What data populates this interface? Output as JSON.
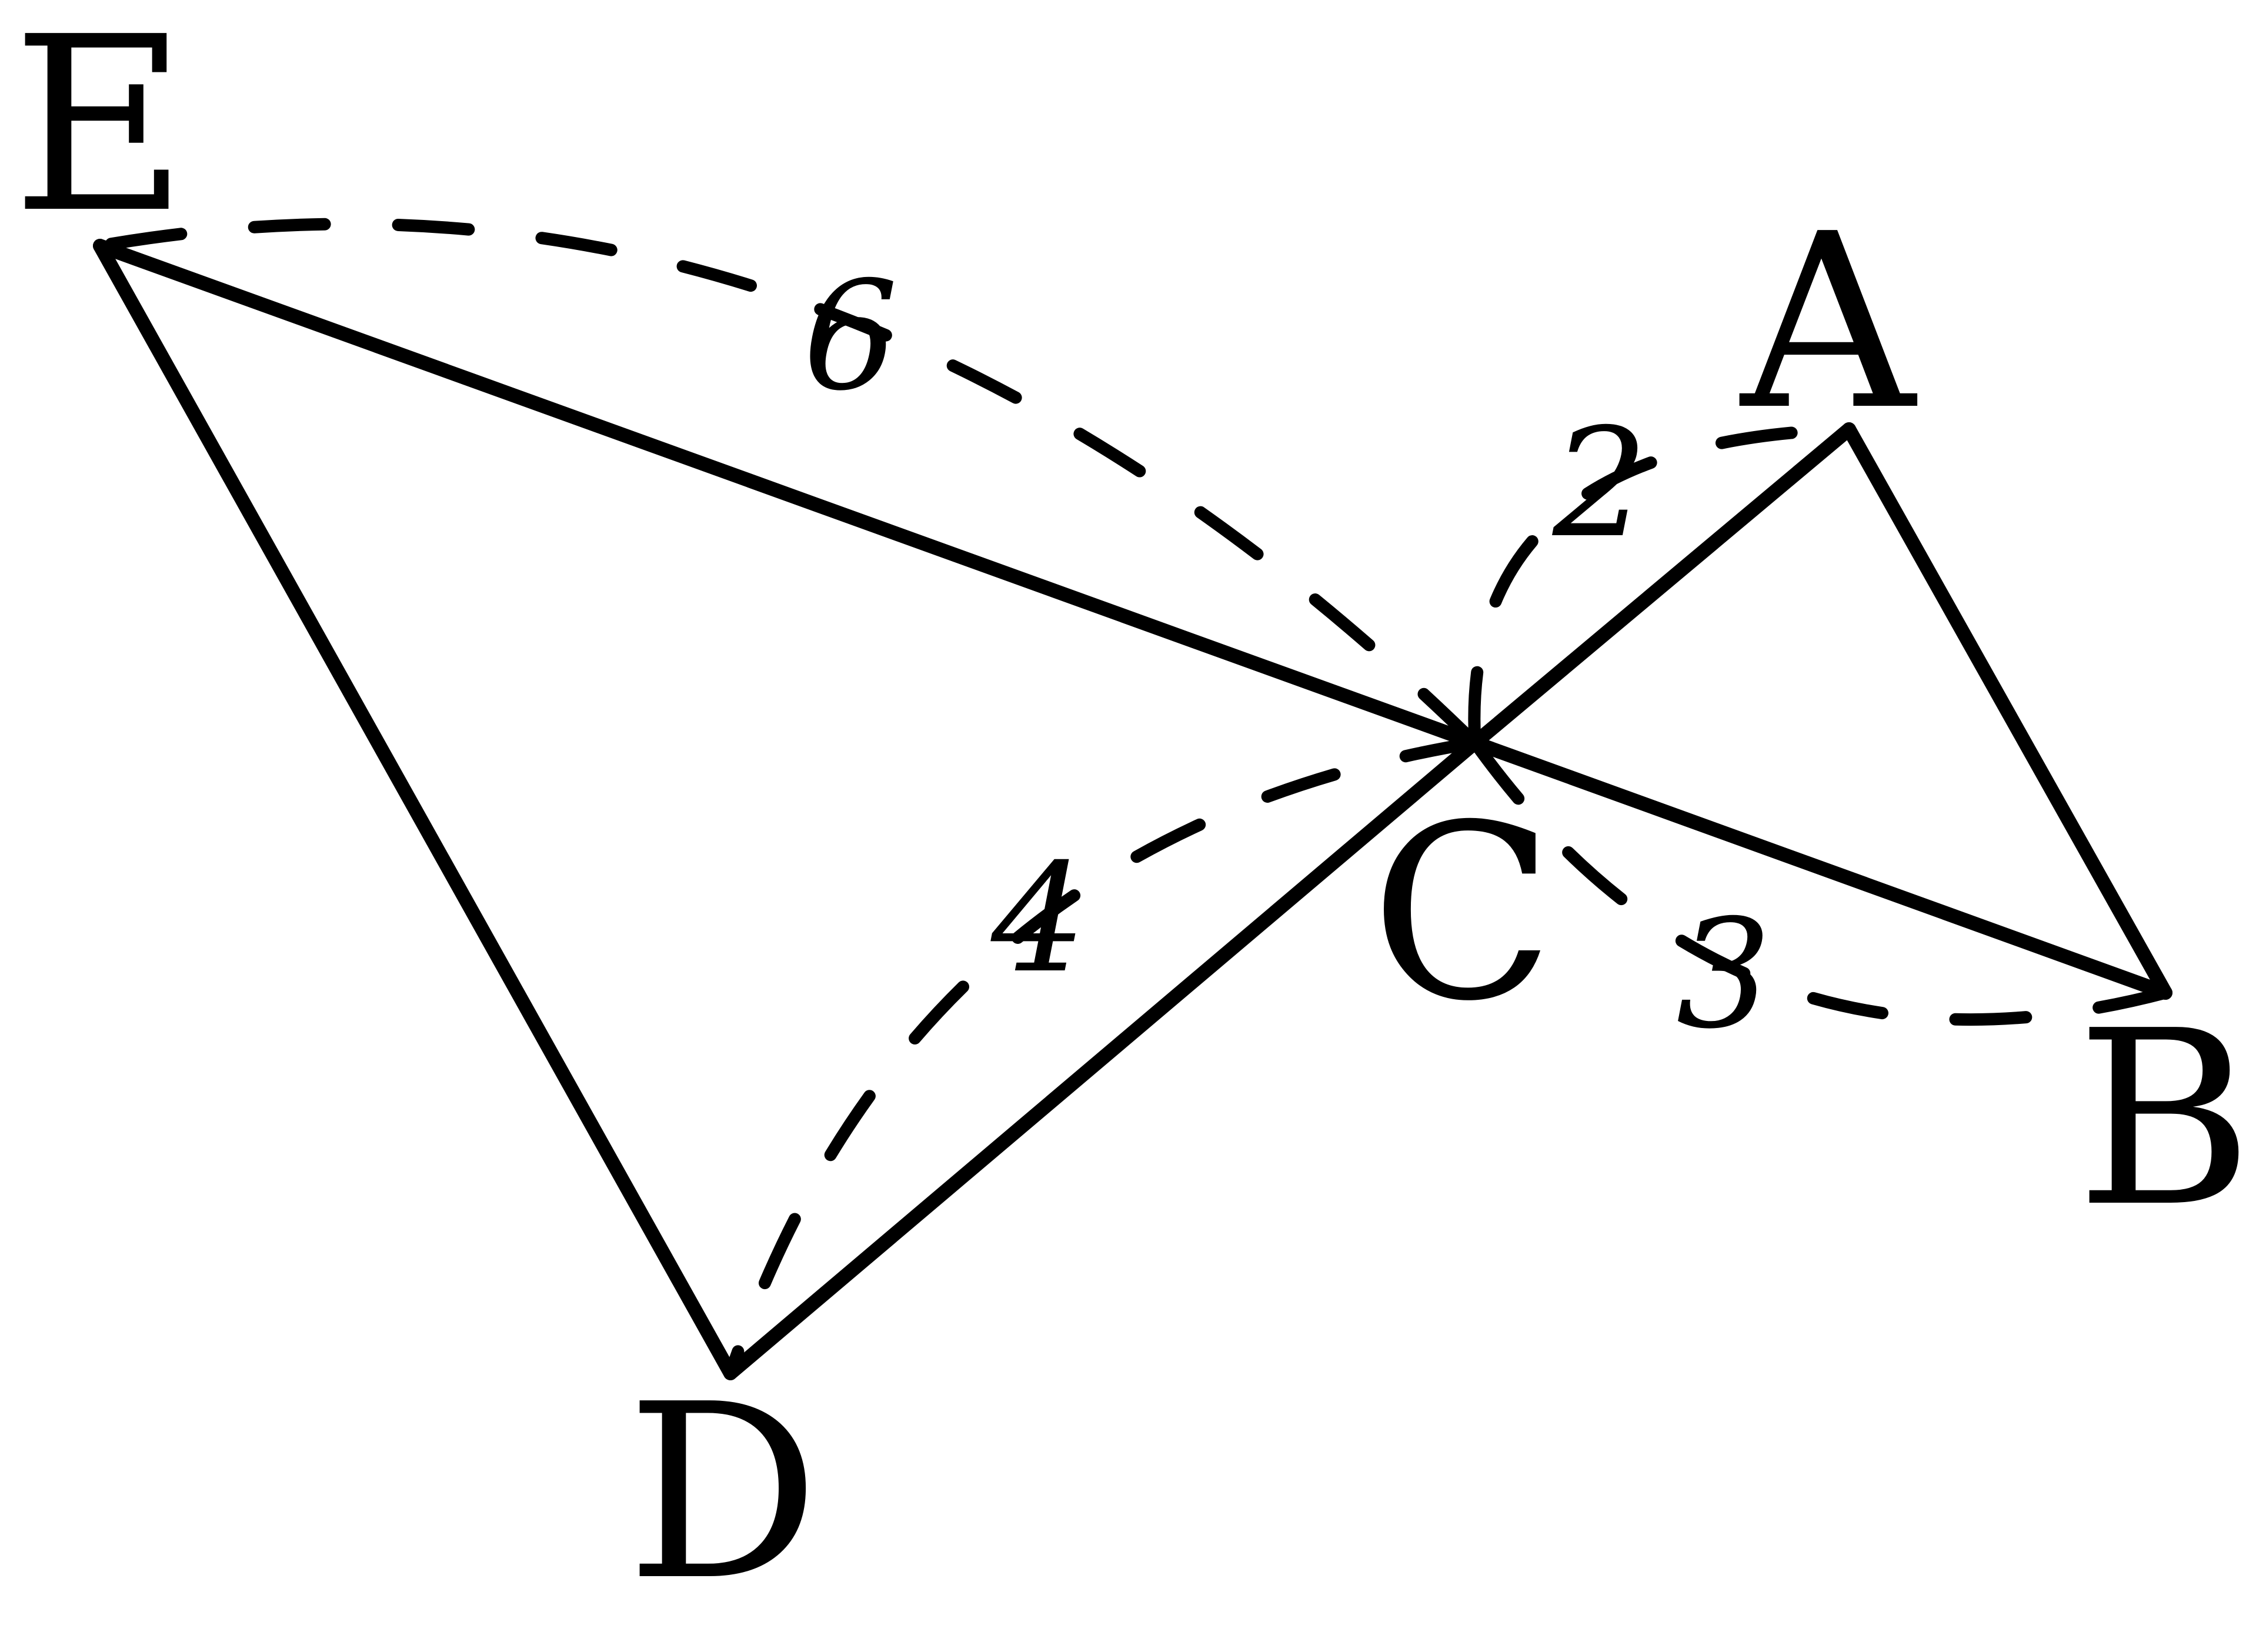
{
  "vertices": {
    "A": "A",
    "B": "B",
    "C": "C",
    "D": "D",
    "E": "E"
  },
  "measures": {
    "CA": "2",
    "CB": "3",
    "CD": "4",
    "CE": "6"
  }
}
